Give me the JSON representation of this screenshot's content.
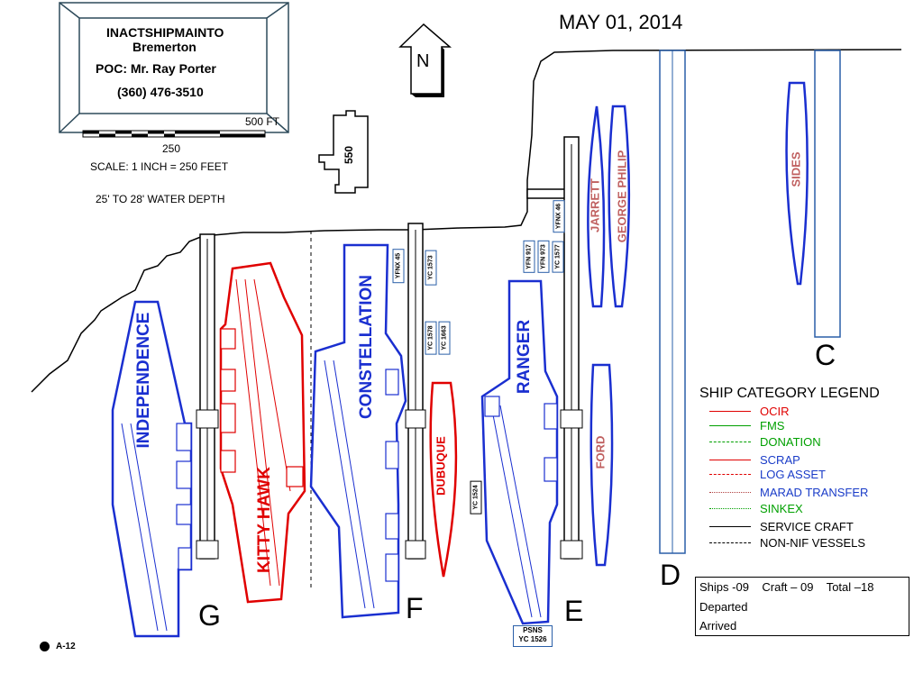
{
  "header": {
    "facility": "INACTSHIPMAINTO",
    "location": "Bremerton",
    "poc": "POC:  Mr. Ray Porter",
    "phone": "(360) 476-3510"
  },
  "scale": {
    "bar_label": "500 FT",
    "mid_label": "250",
    "scale_text": "SCALE: 1 INCH = 250 FEET",
    "depth_text": "25' TO 28' WATER DEPTH"
  },
  "date": "MAY 01, 2014",
  "north_label": "N",
  "building_label": "550",
  "ships": [
    {
      "name": "INDEPENDENCE",
      "category": "scrap"
    },
    {
      "name": "KITTY HAWK",
      "category": "ocir"
    },
    {
      "name": "CONSTELLATION",
      "category": "scrap"
    },
    {
      "name": "DUBUQUE",
      "category": "ocir"
    },
    {
      "name": "RANGER",
      "category": "scrap"
    },
    {
      "name": "FORD",
      "category": "log_asset"
    },
    {
      "name": "JARRETT",
      "category": "log_asset"
    },
    {
      "name": "GEORGE PHILIP",
      "category": "log_asset"
    },
    {
      "name": "SIDES",
      "category": "log_asset"
    }
  ],
  "craft": [
    {
      "name": "YFNX 45"
    },
    {
      "name": "YC 1573"
    },
    {
      "name": "YC 1578"
    },
    {
      "name": "YC 1663"
    },
    {
      "name": "YC 1524"
    },
    {
      "name": "YFN 917"
    },
    {
      "name": "YFN 973"
    },
    {
      "name": "YC 1577"
    },
    {
      "name": "YFNX 46"
    },
    {
      "name": "PSNS",
      "name2": "YC 1526"
    }
  ],
  "pier_labels": [
    "G",
    "F",
    "E",
    "D",
    "C"
  ],
  "legend": {
    "title": "SHIP CATEGORY LEGEND",
    "items": [
      {
        "label": "OCIR",
        "color": "#e00000",
        "style": "solid"
      },
      {
        "label": "FMS",
        "color": "#00a000",
        "style": "solid"
      },
      {
        "label": "DONATION",
        "color": "#00a000",
        "style": "dashed"
      },
      {
        "label": "SCRAP",
        "color": "#e00000",
        "text_color": "#1a3cc8",
        "style": "solid"
      },
      {
        "label": "LOG ASSET",
        "color": "#e00000",
        "text_color": "#1a3cc8",
        "style": "dashed"
      },
      {
        "label": "MARAD TRANSFER",
        "color": "#b04040",
        "text_color": "#1a3cc8",
        "style": "dotted"
      },
      {
        "label": "SINKEX",
        "color": "#00a000",
        "style": "dotted"
      },
      {
        "label": "SERVICE CRAFT",
        "color": "#000000",
        "style": "solid"
      },
      {
        "label": "NON-NIF VESSELS",
        "color": "#000000",
        "style": "dashed"
      }
    ]
  },
  "summary": {
    "row1": [
      "Ships -09",
      "Craft – 09",
      "Total –18"
    ],
    "departed": "Departed",
    "arrived": "Arrived"
  },
  "page_ref": "A-12",
  "colors": {
    "blue": "#1a2fd0",
    "red": "#e00000",
    "log_red": "#c06060"
  }
}
